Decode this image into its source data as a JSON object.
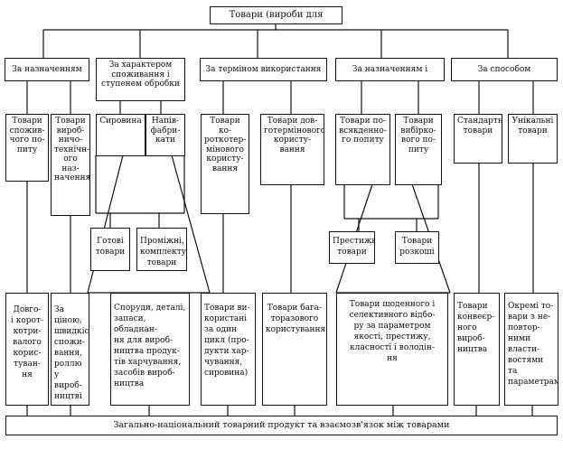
{
  "root": "Товари (вироби для продажу)",
  "categories": [
    {
      "label": "За назначенням"
    },
    {
      "label": "За характером споживання і ступенем обробки"
    },
    {
      "label": "За терміном використання"
    },
    {
      "label": "За назначенням і ціною"
    },
    {
      "label": "За способом виготовлення"
    }
  ],
  "level2": {
    "consumer_goods": "Товари\nспожив-\nчого по-\nпиту",
    "industrial_goods": "Товари\nвироб-\nничо-\nтехнічн-\nого наз-\nначення",
    "raw_materials": "Сировина",
    "semi_finished": "Напів-\nфабри-\nкати",
    "short_term": "Товари ко-\nроткотер-\nмінового\nкористу-\nвання",
    "long_term": "Товари дов-\nготермінового\nкористу-\nвання",
    "everyday_demand": "Товари по-\nвсякденно-\nго попиту",
    "selective_demand": "Товари\nвибірко-\nвого по-\nпиту",
    "standard": "Стандартні\nтовари",
    "unique": "Унікальні\nтовари"
  },
  "level3": {
    "finished": "Готові\nтовари",
    "intermediate": "Проміжні,\nкомплектуючі товари",
    "prestige": "Престижні\nтовари",
    "luxury": "Товари\nрозкоші"
  },
  "descriptions": {
    "d1": "Довго-\nі корот-\nкотри-\nвалого\nкорис-\nтуван-\nня",
    "d2": "За ціною,\nшвидкістю\nспожи-\nвання, роллю\nу вироб-\nництві",
    "d3": "Споруди, деталі,\nзапаси, обладнан-\nня для вироб-\nництва продук-\nтів харчування,\nзасобів вироб-\nництва",
    "d4": "Товари ви-\nкористані\nза один\nцикл (про-\nдукти хар-\nчування,\nсировина)",
    "d5": "Товари бага-\nторазового\nкористування",
    "d6": "Товари щоденного і\nселективного відбо-\nру за параметром\nякості, престижу,\nкласності і володін-\nня",
    "d7": "Товари\nконвеєр-\nного\nвироб-\nництва",
    "d8": "Окремі то-\nвари з не-\nповтор-\nними власти-\nвостями\nта параметрами"
  },
  "bottom": "Загально-національний товарний продукт та взаємозв'язок між товарами"
}
